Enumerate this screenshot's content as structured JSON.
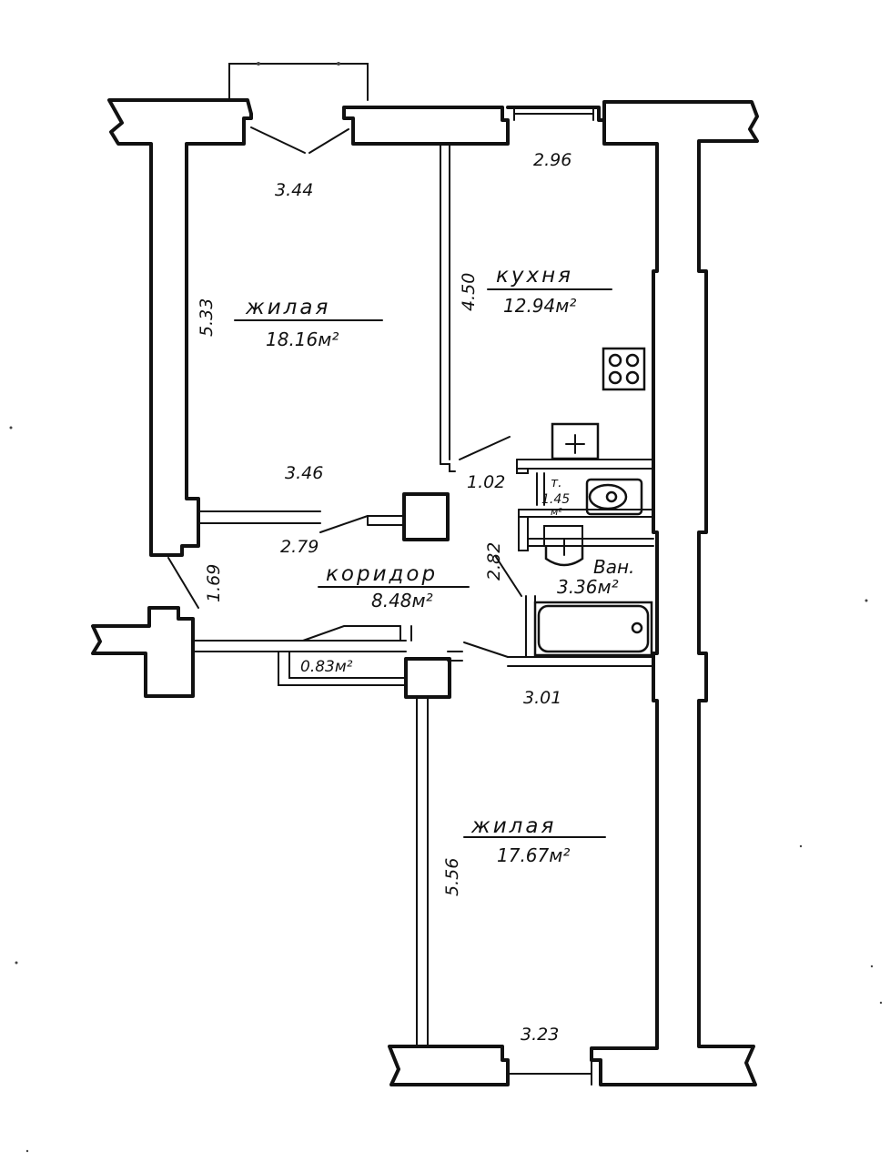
{
  "rooms": {
    "living1": {
      "name": "жилая",
      "area": "18.16м²"
    },
    "kitchen": {
      "name": "кухня",
      "area": "12.94м²"
    },
    "toilet": {
      "name": "т.",
      "area": "1.45",
      "unit": "м²"
    },
    "bath": {
      "name": "Ван.",
      "area": "3.36м²"
    },
    "corridor": {
      "name": "коридор",
      "area": "8.48м²"
    },
    "pantry": {
      "area": "0.83м²"
    },
    "living2": {
      "name": "жилая",
      "area": "17.67м²"
    }
  },
  "dimensions": {
    "living1_top": "3.44",
    "living1_side": "5.33",
    "living1_bottom": "3.46",
    "kitchen_top": "2.96",
    "kitchen_side": "4.50",
    "kitchen_door": "1.02",
    "corridor_door": "2.79",
    "entrance": "1.69",
    "bath_side": "2.82",
    "living2_top": "3.01",
    "living2_side": "5.56",
    "living2_bottom": "3.23"
  }
}
